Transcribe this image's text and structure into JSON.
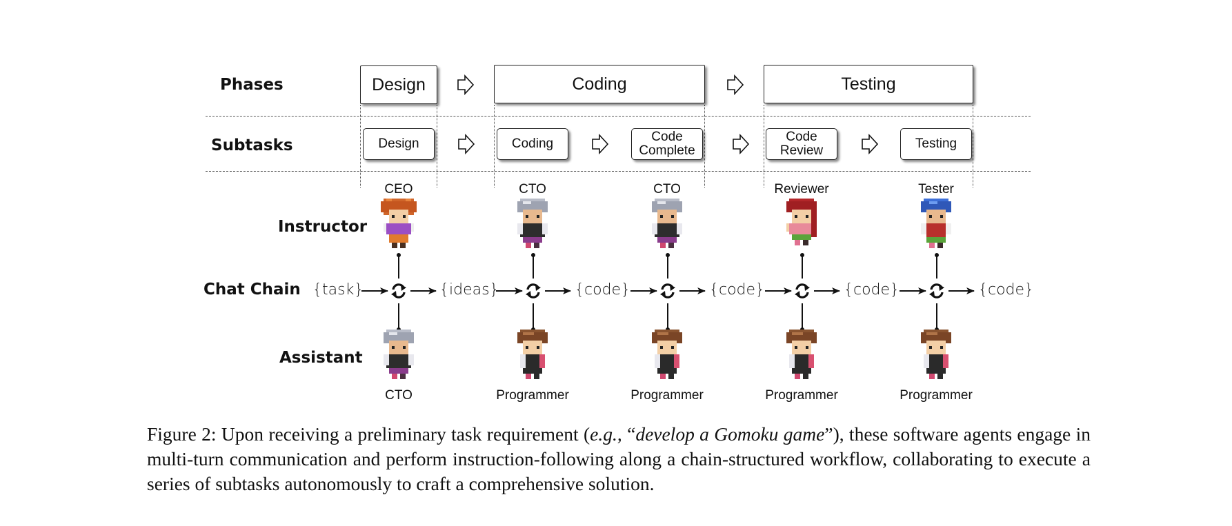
{
  "figure": {
    "row_labels": {
      "phases": "Phases",
      "subtasks": "Subtasks",
      "instructor": "Instructor",
      "chat_chain": "Chat Chain",
      "assistant": "Assistant"
    },
    "phases": [
      {
        "label": "Design"
      },
      {
        "label": "Coding"
      },
      {
        "label": "Testing"
      }
    ],
    "subtasks": [
      {
        "label": "Design",
        "instructor": "CEO",
        "assistant": "CTO"
      },
      {
        "label": "Coding",
        "instructor": "CTO",
        "assistant": "Programmer"
      },
      {
        "label": "Code\nComplete",
        "instructor": "CTO",
        "assistant": "Programmer"
      },
      {
        "label": "Code\nReview",
        "instructor": "Reviewer",
        "assistant": "Programmer"
      },
      {
        "label": "Testing",
        "instructor": "Tester",
        "assistant": "Programmer"
      }
    ],
    "chain_tokens": [
      "{task}",
      "{ideas}",
      "{code}",
      "{code}",
      "{code}",
      "{code}"
    ],
    "icons": {
      "flow_arrow": "hollow-right-arrow",
      "chat_node": "refresh-cycle-icon"
    }
  },
  "caption": {
    "prefix": "Figure 2:  Upon receiving a preliminary task requirement (",
    "eg": "e.g.,",
    "quote_open": " “",
    "example": "develop a Gomoku game",
    "quote_close": "”",
    "suffix": "), these software agents engage in multi-turn communication and perform instruction-following along a chain-structured workflow, collaborating to execute a series of subtasks autonomously to craft a comprehensive solution."
  }
}
